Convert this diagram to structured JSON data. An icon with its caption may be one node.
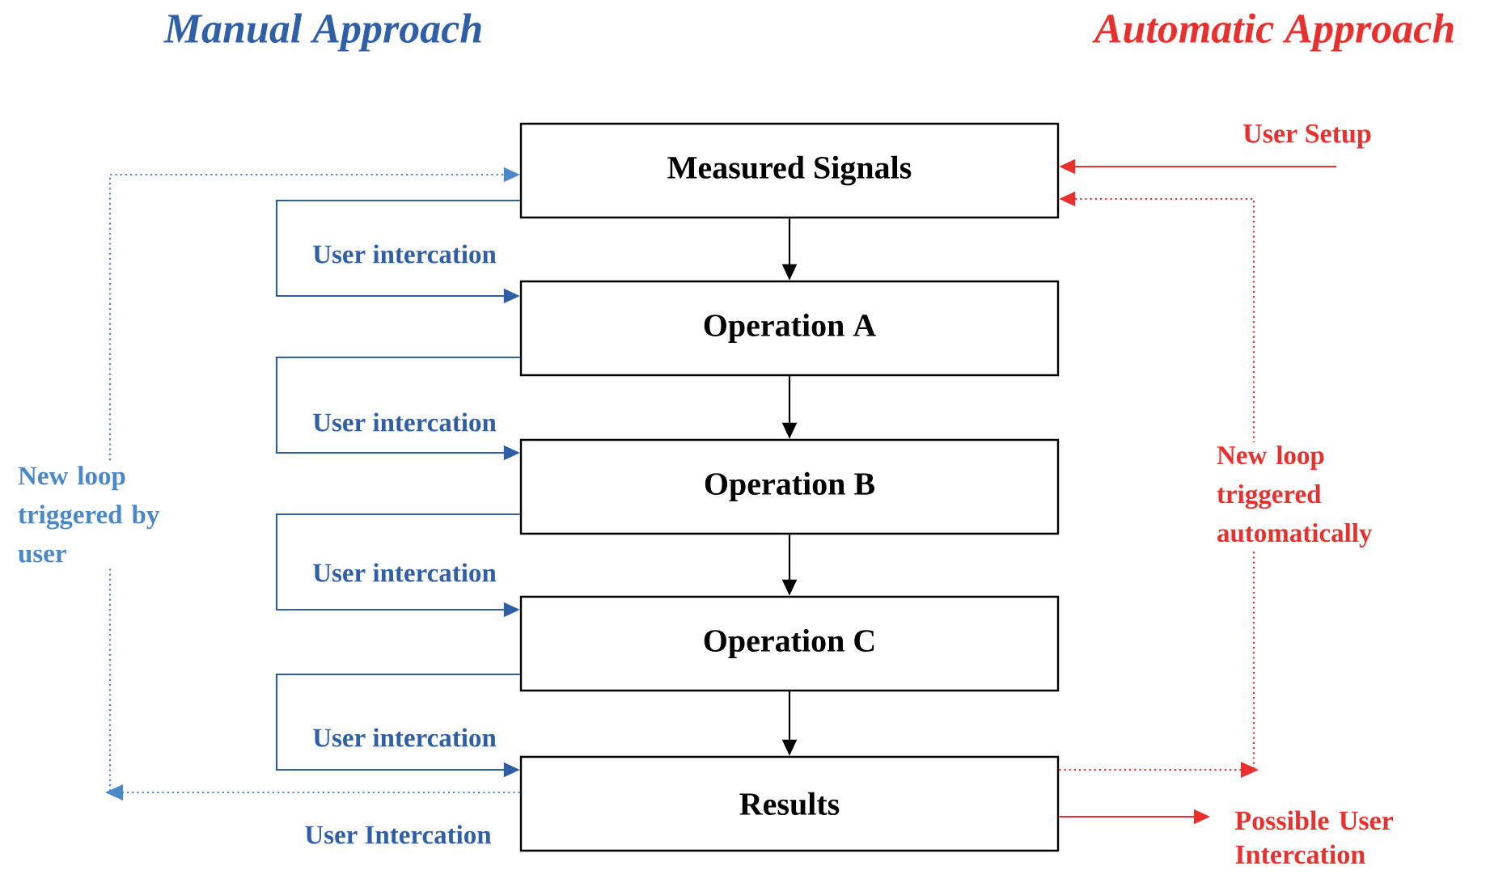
{
  "diagram": {
    "nodes": [
      {
        "text": [
          "Measured Signals"
        ]
      },
      {
        "text": [
          "Operation A"
        ]
      },
      {
        "text": [
          "Operation B"
        ]
      },
      {
        "text": [
          "Operation C"
        ]
      },
      {
        "text": [
          "Results"
        ]
      },
      {
        "text": [
          "User Setup"
        ]
      },
      {
        "text": [
          "Possible User Intercation"
        ]
      }
    ],
    "edges": [
      {
        "from": 0,
        "to": 1,
        "arrow": "to"
      },
      {
        "from": 1,
        "to": 2,
        "arrow": "to"
      },
      {
        "from": 2,
        "to": 3,
        "arrow": "to"
      },
      {
        "from": 3,
        "to": 4,
        "arrow": "to"
      },
      {
        "from": 0,
        "to": 1,
        "arrow": "to",
        "label": "User intercation",
        "color": "#2f5fa7"
      },
      {
        "from": 1,
        "to": 2,
        "arrow": "to",
        "label": "User intercation",
        "color": "#2f5fa7"
      },
      {
        "from": 2,
        "to": 3,
        "arrow": "to",
        "label": "User intercation",
        "color": "#2f5fa7"
      },
      {
        "from": 3,
        "to": 4,
        "arrow": "to",
        "label": "User intercation",
        "color": "#2f5fa7"
      },
      {
        "from": 4,
        "to": 0,
        "arrow": "to",
        "label": "New loop triggered by user",
        "style": "dashed",
        "color": "#4a88c8"
      },
      {
        "from": 5,
        "to": 0,
        "arrow": "to",
        "color": "#e8302e"
      },
      {
        "from": 4,
        "to": 0,
        "arrow": "to",
        "label": "New loop triggered automatically",
        "style": "dashed",
        "color": "#e8302e"
      },
      {
        "from": 4,
        "to": 6,
        "arrow": "to",
        "color": "#e8302e"
      }
    ],
    "labels": [
      "Manual Approach",
      "Automatic Approach",
      "User Intercation"
    ]
  }
}
